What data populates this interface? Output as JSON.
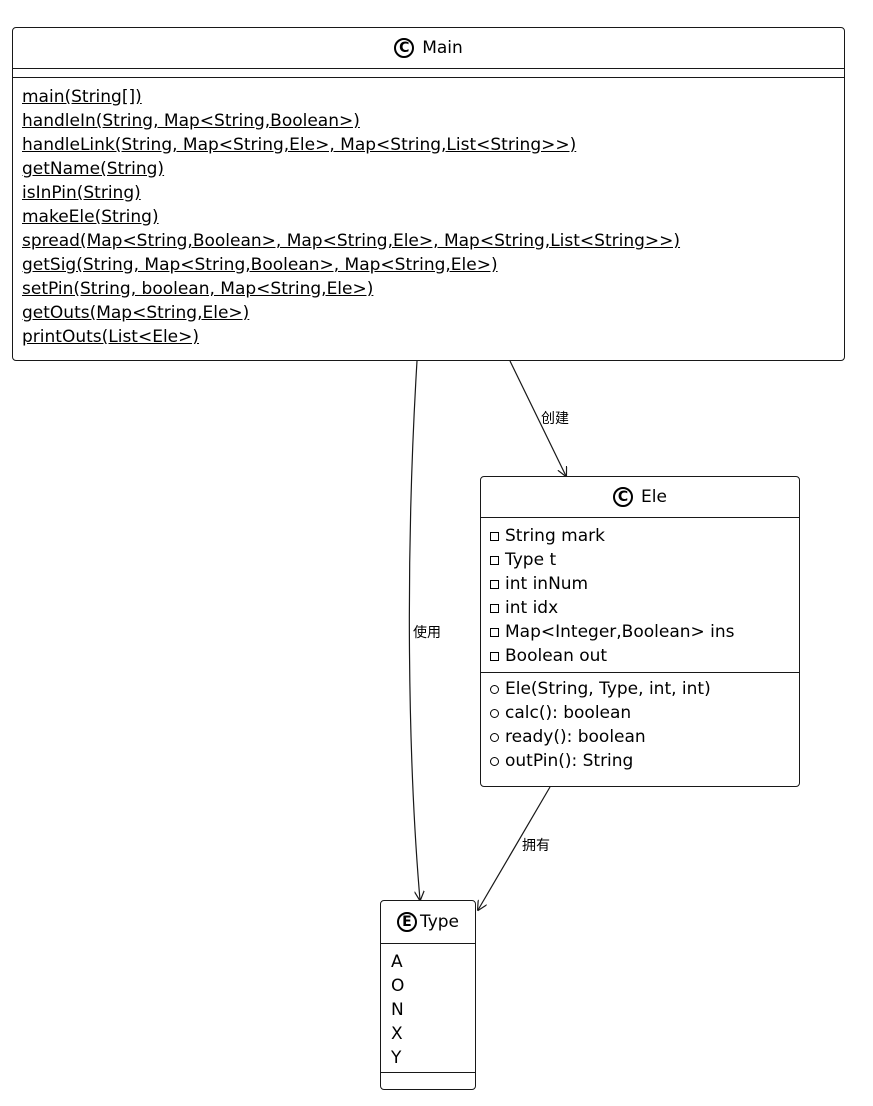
{
  "main_class": {
    "stereotype": "C",
    "name": "Main",
    "fields": [],
    "methods": [
      "main(String[])",
      "handleIn(String, Map<String,Boolean>)",
      "handleLink(String, Map<String,Ele>, Map<String,List<String>>)",
      "getName(String)",
      "isInPin(String)",
      "makeEle(String)",
      "spread(Map<String,Boolean>, Map<String,Ele>, Map<String,List<String>>)",
      "getSig(String, Map<String,Boolean>, Map<String,Ele>)",
      "setPin(String, boolean, Map<String,Ele>)",
      "getOuts(Map<String,Ele>)",
      "printOuts(List<Ele>)"
    ]
  },
  "ele_class": {
    "stereotype": "C",
    "name": "Ele",
    "fields": [
      "String mark",
      "Type t",
      "int inNum",
      "int idx",
      "Map<Integer,Boolean> ins",
      "Boolean out"
    ],
    "methods": [
      "Ele(String, Type, int, int)",
      "calc(): boolean",
      "ready(): boolean",
      "outPin(): String"
    ]
  },
  "type_enum": {
    "stereotype": "E",
    "name": "Type",
    "values": [
      "A",
      "O",
      "N",
      "X",
      "Y"
    ]
  },
  "relations": {
    "main_to_ele": "创建",
    "main_to_type": "使用",
    "ele_to_type": "拥有"
  }
}
